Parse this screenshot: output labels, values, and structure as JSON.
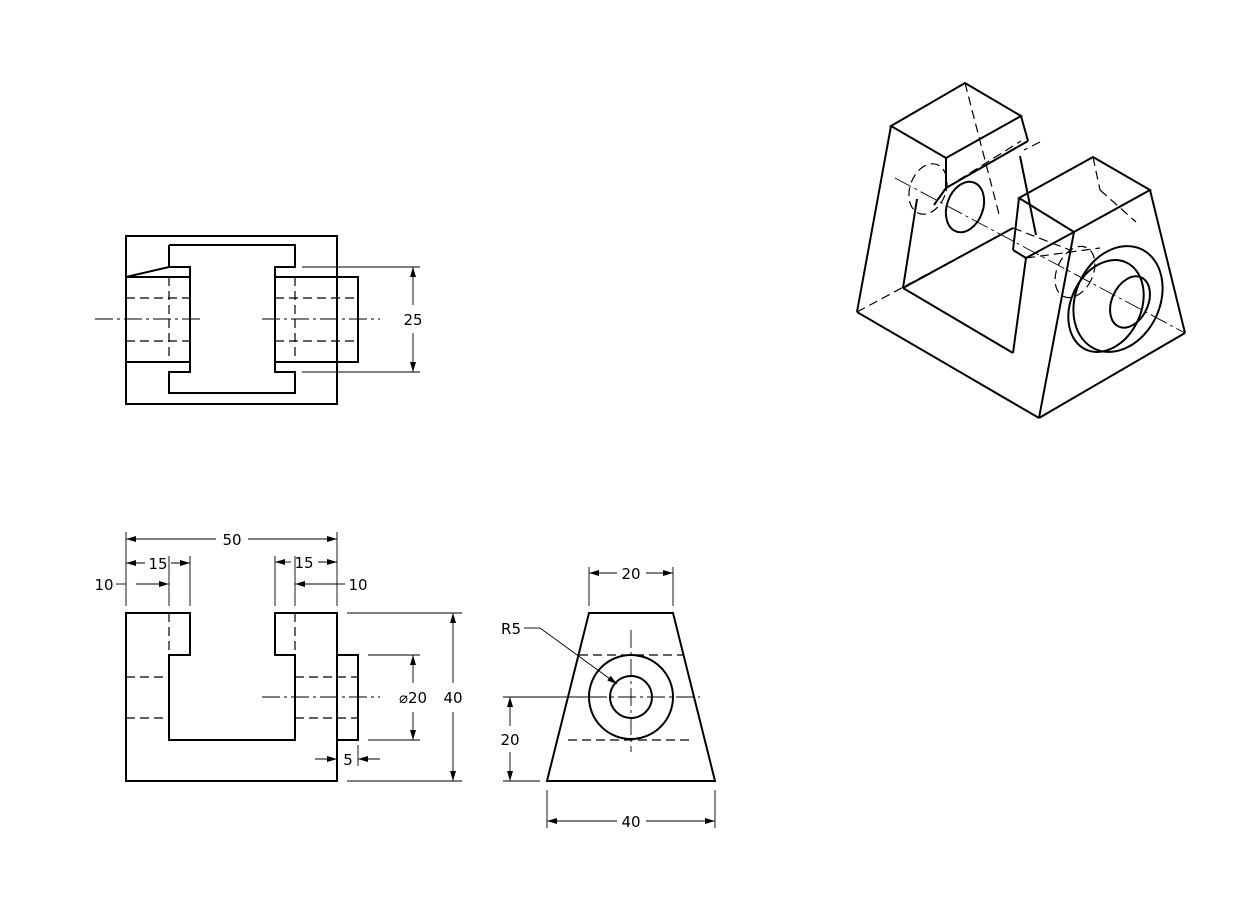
{
  "drawing": {
    "dims": {
      "top_height": "25",
      "front_overall_width": "50",
      "front_left_width": "15",
      "front_right_width": "15",
      "front_left_offset": "10",
      "front_right_offset": "10",
      "front_boss_depth": "5",
      "front_hole_dia": "⌀20",
      "front_height": "40",
      "side_top_width": "20",
      "side_radius": "R5",
      "side_center_height": "20",
      "side_base_width": "40"
    }
  }
}
